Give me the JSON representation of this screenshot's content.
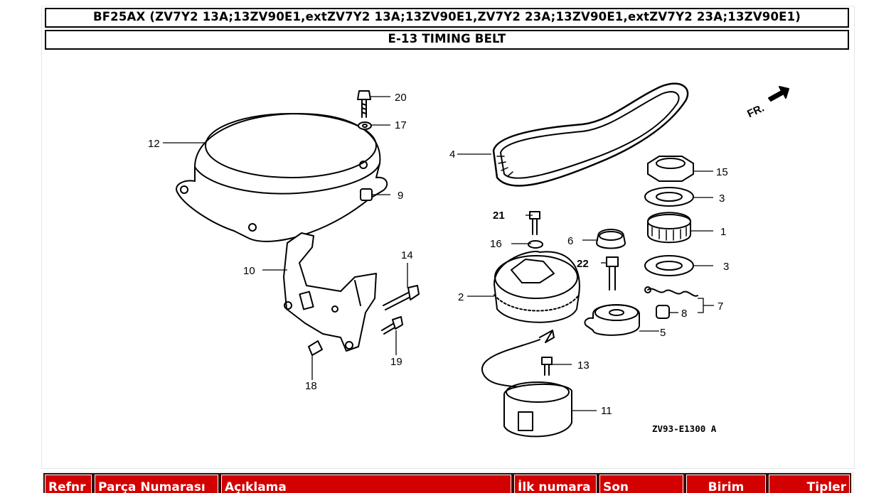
{
  "header": {
    "model_line": "BF25AX (ZV7Y2 13A;13ZV90E1,extZV7Y2 13A;13ZV90E1,ZV7Y2 23A;13ZV90E1,extZV7Y2 23A;13ZV90E1)",
    "section_title": "E-13 TIMING BELT"
  },
  "diagram": {
    "callouts": [
      "20",
      "17",
      "12",
      "9",
      "10",
      "14",
      "19",
      "18",
      "4",
      "21",
      "16",
      "6",
      "22",
      "2",
      "15",
      "3",
      "1",
      "3",
      "7",
      "8",
      "5",
      "13",
      "11"
    ],
    "direction_label": "FR.",
    "drawing_code": "ZV93-E1300 A"
  },
  "table": {
    "columns": [
      "Refnr",
      "Parça Numarası",
      "Açıklama",
      "İlk numara",
      "Son",
      "Birim",
      "Tipler"
    ],
    "header_color": "#d30000"
  }
}
